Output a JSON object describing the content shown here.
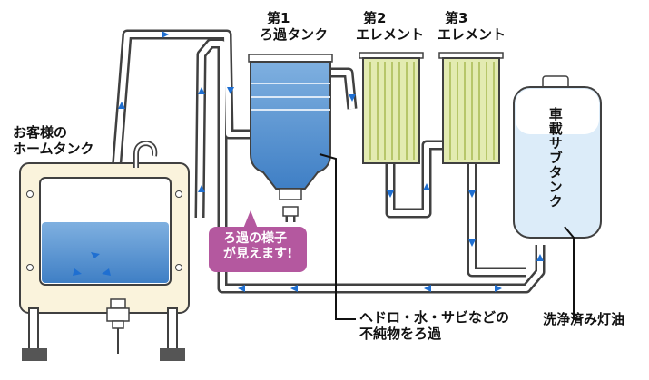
{
  "labels": {
    "home_tank": [
      "お客様の",
      "ホームタンク"
    ],
    "filter_tank": [
      "第1",
      "ろ過タンク"
    ],
    "element2": [
      "第2",
      "エレメント"
    ],
    "element3": [
      "第3",
      "エレメント"
    ],
    "sub_tank": "車載サブタンク",
    "callout": [
      "ろ過の様子",
      "が見えます!"
    ],
    "sludge": [
      "ヘドロ・水・サビなどの",
      "不純物をろ過"
    ],
    "clean_oil": "洗浄済み灯油"
  },
  "colors": {
    "pipe_outline": "#404040",
    "pipe_fill": "#ffffff",
    "oil": "#5b9bd5",
    "oil_light": "#a9cdee",
    "arrow": "#1f6fd1",
    "home_frame": "#faf3dc",
    "element_fill": "#e3ebb1",
    "element_stripe": "#b7c66a",
    "sub_tank_fill": "#dcecf9",
    "callout_bg": "#b4589f",
    "label_text": "#111111"
  }
}
